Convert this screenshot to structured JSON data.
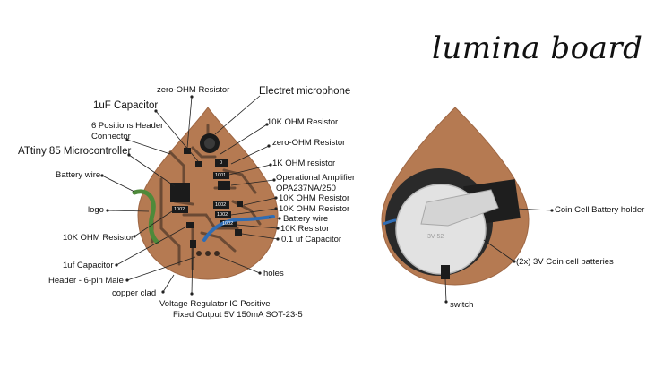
{
  "title": "lumina board",
  "colors": {
    "board": "#b57a52",
    "board_edge": "#9e6643",
    "trace": "#6b4a34",
    "chip": "#1b1b1b",
    "holder": "#2a2a2a",
    "coin": "#e2e2e2",
    "battery_wire": "#2f6db5",
    "green_wire": "#4e8a3a",
    "leader": "#222222"
  },
  "left_labels": {
    "zero_ohm_top": "zero-OHM Resistor",
    "electret": "Electret microphone",
    "cap_1uf_top": "1uF Capacitor",
    "header_connector_l1": "6 Positions Header",
    "header_connector_l2": "Connector",
    "ten_k_top": "10K  OHM Resistor",
    "attiny": "ATtiny 85 Microcontroller",
    "zero_ohm_right": "zero-OHM Resistor",
    "one_k": "1K OHM resistor",
    "battery_wire_left": "Battery wire",
    "opamp_l1": "Operational Amplifier",
    "opamp_l2": "OPA237NA/250",
    "ten_k_a": "10K OHM Resistor",
    "logo": "logo",
    "ten_k_b": "10K OHM Resistor",
    "battery_wire_right": "Battery wire",
    "ten_k_left": "10K OHM Resistor",
    "ten_k_res": "10K Resistor",
    "cap_01uf": "0.1 uf Capacitor",
    "cap_1uf_bottom": "1uf Capacitor",
    "holes": "holes",
    "header_6pin": "Header - 6-pin Male",
    "copper_clad": "copper clad",
    "regulator_l1": "Voltage Regulator IC Positive",
    "regulator_l2": "Fixed Output 5V 150mA SOT-23-5"
  },
  "component_marks": {
    "r_1001": "1001",
    "r_1002a": "1002",
    "r_1002b": "1002",
    "r_1002c": "1002",
    "r_1002d": "1002",
    "r_zero": "0"
  },
  "right_labels": {
    "holder": "Coin Cell Battery holder",
    "batteries": "(2x) 3V Coin cell batteries",
    "switch": "switch",
    "coin_mark": "3V 52"
  }
}
